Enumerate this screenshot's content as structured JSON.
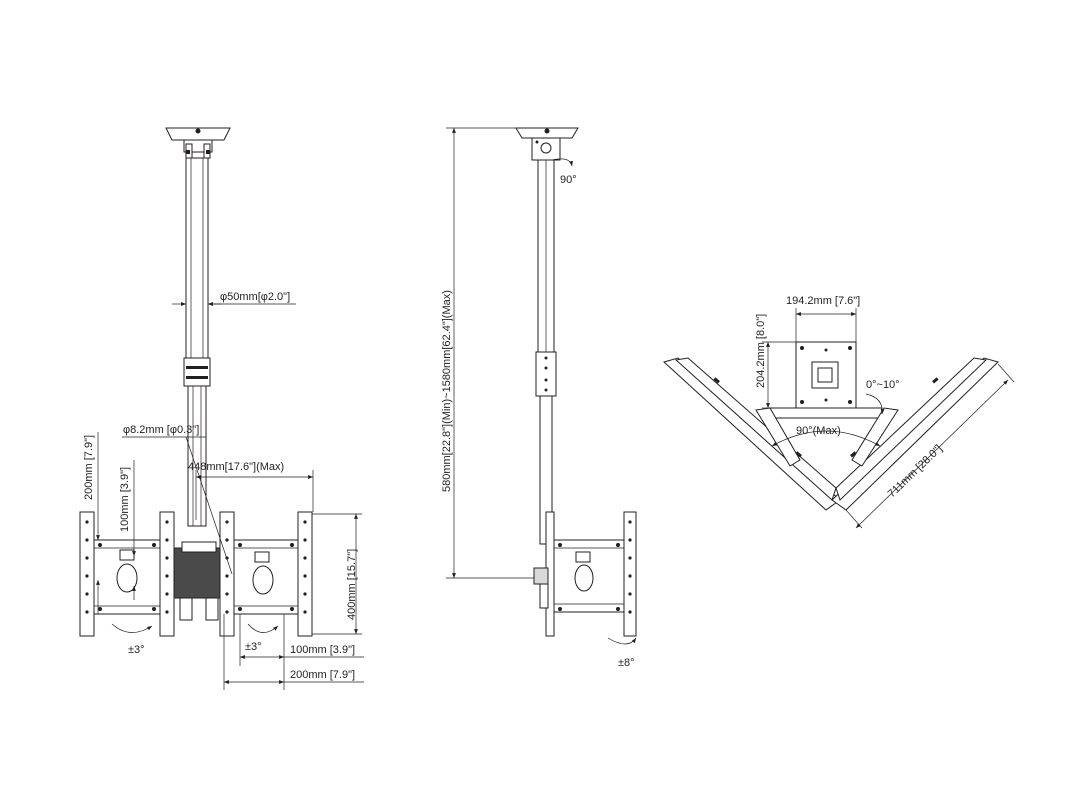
{
  "colors": {
    "line": "#231f20",
    "background": "#ffffff"
  },
  "front_view": {
    "pole_diameter": "φ50mm[φ2.0\"]",
    "hole_diameter": "φ8.2mm [φ0.3\"]",
    "max_width": "448mm[17.6\"](Max)",
    "vesa_v_200": "200mm [7.9\"]",
    "vesa_v_100": "100mm [3.9\"]",
    "vesa_v_400": "400mm [15.7\"]",
    "vesa_h_100": "100mm [3.9\"]",
    "vesa_h_200": "200mm [7.9\"]",
    "tilt_left": "±3°",
    "tilt_center": "±3°"
  },
  "side_view": {
    "height_range": "580mm[22.8\"](Min)~1580mm[62.4\"](Max)",
    "top_rotation": "90°",
    "tilt": "±8°"
  },
  "top_view": {
    "plate_width": "194.2mm [7.6\"]",
    "plate_depth": "204.2mm [8.0\"]",
    "angle_adjust": "0°~10°",
    "max_angle": "90°(Max)",
    "arm_length": "711mm [28.0\"]"
  }
}
